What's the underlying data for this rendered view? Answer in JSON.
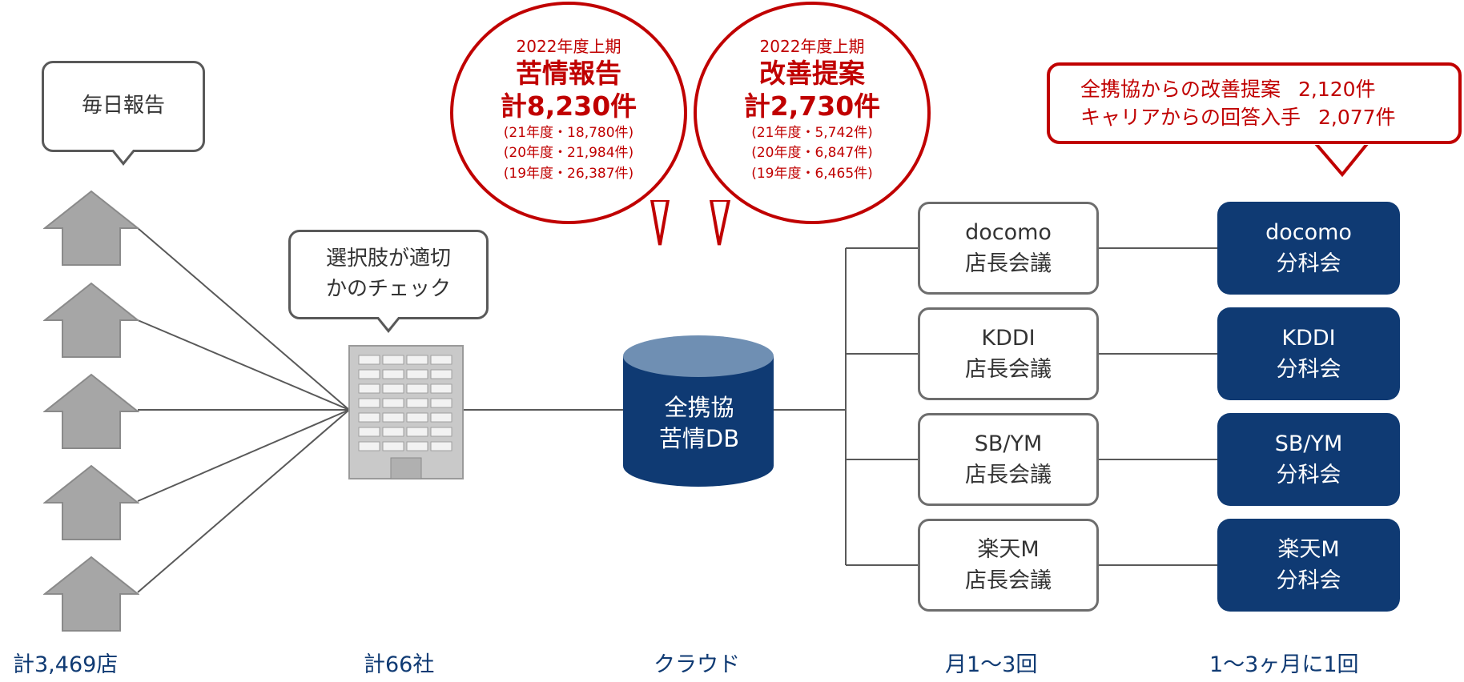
{
  "stores": {
    "speech": "毎日報告",
    "footer": "計3,469店"
  },
  "companies": {
    "speech_line1": "選択肢が適切",
    "speech_line2": "かのチェック",
    "footer": "計66社"
  },
  "cloud": {
    "db_line1": "全携協",
    "db_line2": "苦情DB",
    "footer": "クラウド"
  },
  "complaints": {
    "period": "2022年度上期",
    "title": "苦情報告",
    "total": "計8,230件",
    "prev": [
      "(21年度・18,780件)",
      "(20年度・21,984件)",
      "(19年度・26,387件)"
    ]
  },
  "proposals": {
    "period": "2022年度上期",
    "title": "改善提案",
    "total": "計2,730件",
    "prev": [
      "(21年度・5,742件)",
      "(20年度・6,847件)",
      "(19年度・6,465件)"
    ]
  },
  "carrier_callout": {
    "line1_label": "全携協からの改善提案",
    "line1_value": "2,120件",
    "line2_label": "キャリアからの回答入手",
    "line2_value": "2,077件"
  },
  "store_meetings": {
    "items": [
      {
        "name": "docomo",
        "type": "店長会議"
      },
      {
        "name": "KDDI",
        "type": "店長会議"
      },
      {
        "name": "SB/YM",
        "type": "店長会議"
      },
      {
        "name": "楽天M",
        "type": "店長会議"
      }
    ],
    "footer": "月1〜3回"
  },
  "subcommittees": {
    "items": [
      {
        "name": "docomo",
        "type": "分科会"
      },
      {
        "name": "KDDI",
        "type": "分科会"
      },
      {
        "name": "SB/YM",
        "type": "分科会"
      },
      {
        "name": "楽天M",
        "type": "分科会"
      }
    ],
    "footer": "1〜3ヶ月に1回"
  },
  "colors": {
    "navy": "#0f3a73",
    "red": "#c00000",
    "gray": "#a6a6a6",
    "outline": "#6d6d6d"
  }
}
